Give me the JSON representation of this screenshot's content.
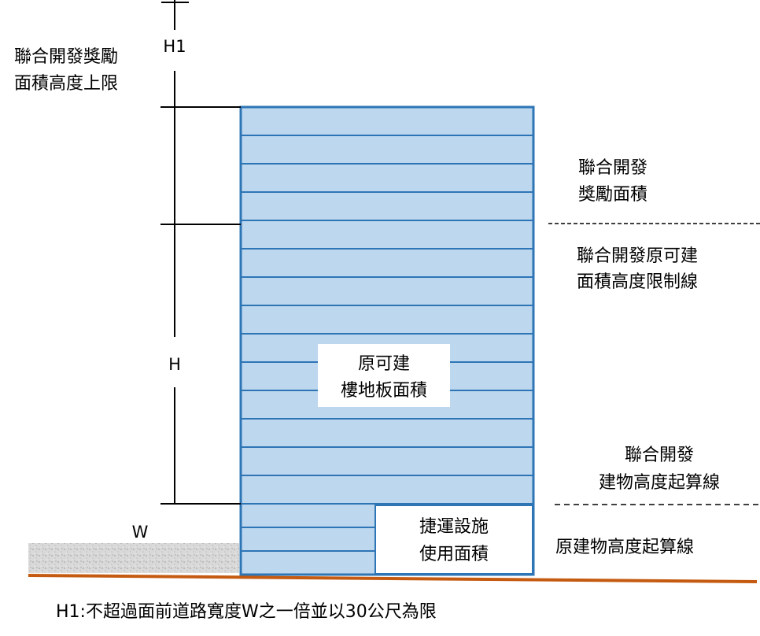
{
  "left_labels": {
    "bonus_height_limit_line1": "聯合開發獎勵",
    "bonus_height_limit_line2": "面積高度上限"
  },
  "dimensions": {
    "h1": "H1",
    "h": "H",
    "w": "W"
  },
  "building": {
    "floor_count_main": 13,
    "floor_count_lower": 3,
    "original_area_line1": "原可建",
    "original_area_line2": "樓地板面積",
    "transit_area_line1": "捷運設施",
    "transit_area_line2": "使用面積"
  },
  "right_labels": {
    "bonus_area_line1": "聯合開發",
    "bonus_area_line2": "獎勵面積",
    "original_height_limit_line1": "聯合開發原可建",
    "original_height_limit_line2": "面積高度限制線",
    "calc_start_line1": "聯合開發",
    "calc_start_line2": "建物高度起算線",
    "original_calc_start": "原建物高度起算線"
  },
  "footnote": "H1:不超過面前道路寬度W之一倍並以30公尺為限",
  "colors": {
    "building_fill": "#bdd7ee",
    "building_stroke": "#2e75b6",
    "ground_line": "#c55a11",
    "road_fill": "#d6d6d6"
  }
}
